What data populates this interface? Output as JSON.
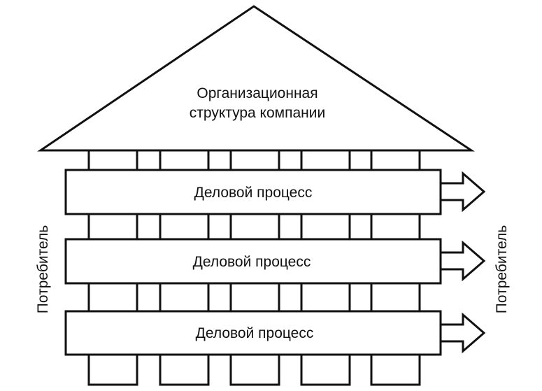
{
  "roof": {
    "line1": "Организационная",
    "line2": "структура компании"
  },
  "processes": [
    {
      "label": "Деловой процесс"
    },
    {
      "label": "Деловой процесс"
    },
    {
      "label": "Деловой процесс"
    }
  ],
  "consumer_left": "Потребитель",
  "consumer_right": "Потребитель",
  "colors": {
    "stroke": "#111111",
    "fill": "#ffffff"
  }
}
